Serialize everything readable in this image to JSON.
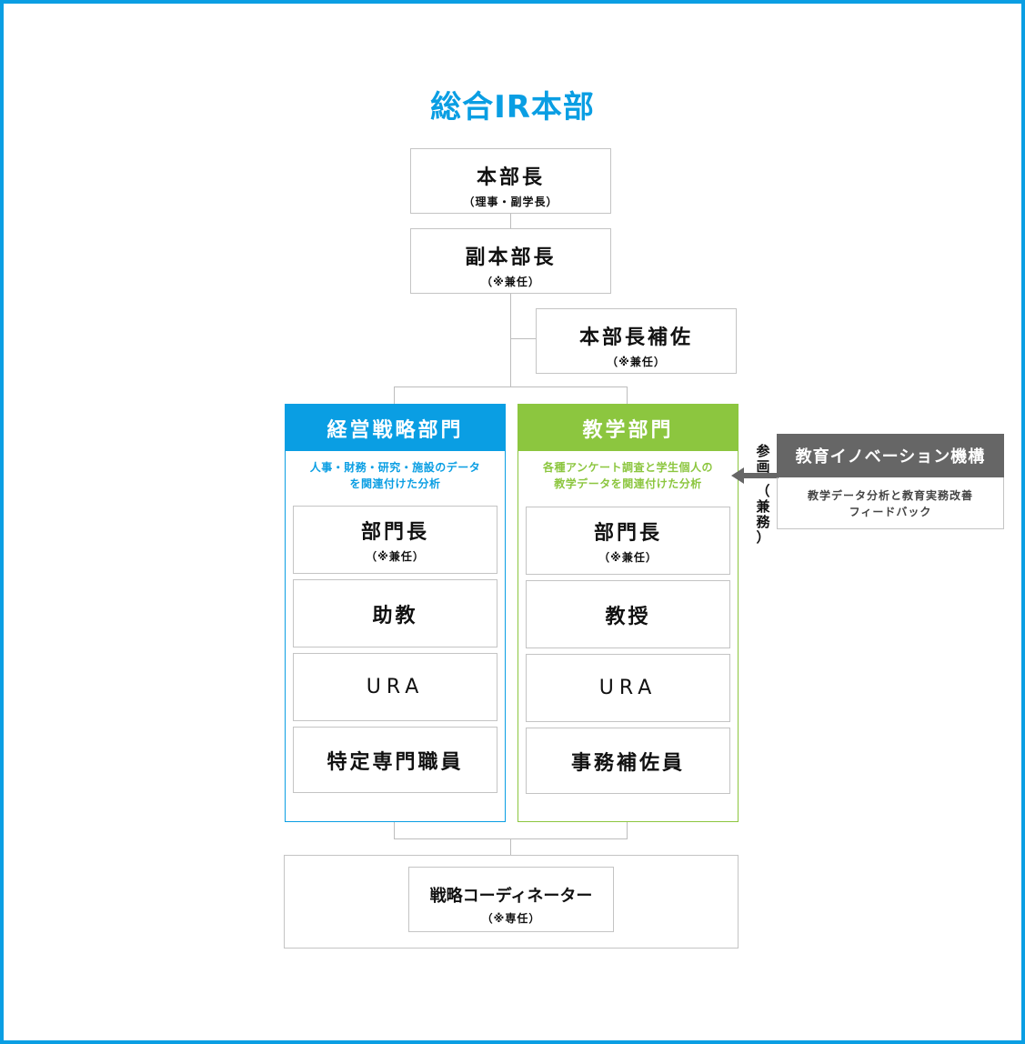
{
  "title": "総合IR本部",
  "head": {
    "title": "本部長",
    "note": "（理事・副学長）"
  },
  "deputy": {
    "title": "副本部長",
    "note": "（※兼任）"
  },
  "assistant": {
    "title": "本部長補佐",
    "note": "（※兼任）"
  },
  "management": {
    "name": "経営戦略部門",
    "description": [
      "人事・財務・研究・施設のデータ",
      "を関連付けた分析"
    ],
    "color": "#0a9ee3",
    "members": [
      {
        "title": "部門長",
        "note": "（※兼任）"
      },
      {
        "title": "助教"
      },
      {
        "title": "URA"
      },
      {
        "title": "特定専門職員"
      }
    ]
  },
  "education": {
    "name": "教学部門",
    "description": [
      "各種アンケート調査と学生個人の",
      "教学データを関連付けた分析"
    ],
    "color": "#8cc63f",
    "members": [
      {
        "title": "部門長",
        "note": "（※兼任）"
      },
      {
        "title": "教授"
      },
      {
        "title": "URA"
      },
      {
        "title": "事務補佐員"
      }
    ]
  },
  "innovation": {
    "name": "教育イノベーション機構",
    "description": [
      "教学データ分析と教育実務改善",
      "フィードバック"
    ],
    "participation": [
      "参",
      "画"
    ],
    "concurrent": [
      "（",
      "兼",
      "務",
      "）"
    ],
    "color": "#666666"
  },
  "coordinator": {
    "title": "戦略コーディネーター",
    "note": "（※専任）"
  }
}
